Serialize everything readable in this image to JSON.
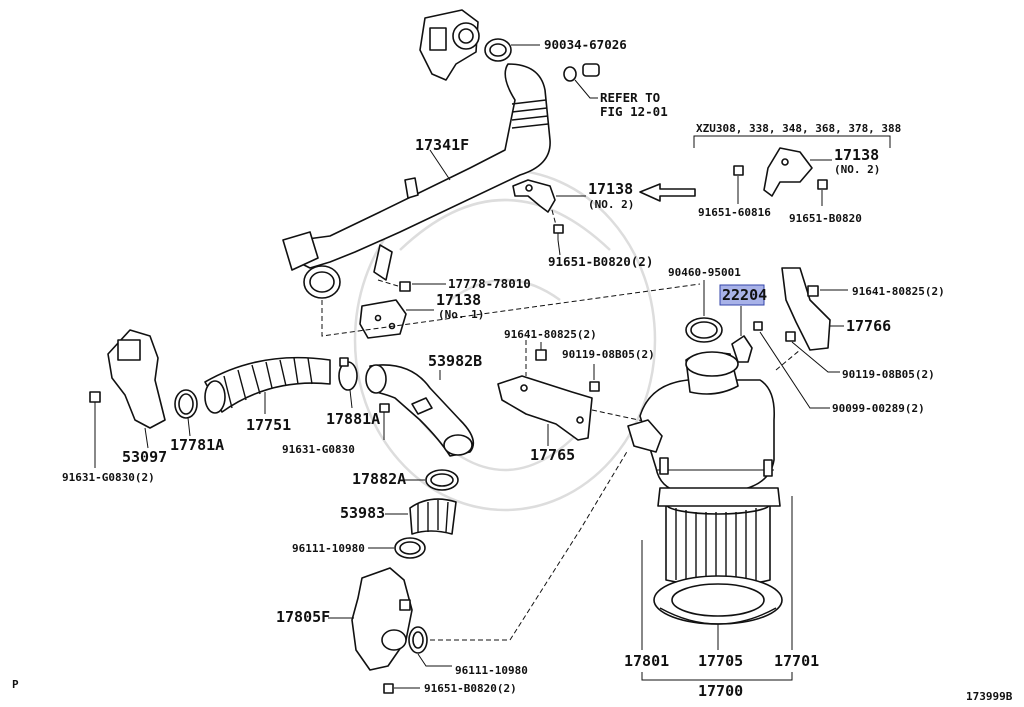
{
  "highlight_color": "#a8b2e8",
  "labels": {
    "p_90034": "90034-67026",
    "refer1": "REFER TO",
    "refer2": "FIG 12-01",
    "xzu": "XZU308, 338, 348, 368, 378, 388",
    "p_17138_no2_right": "17138",
    "no2_right": "(NO. 2)",
    "p_91651_60816": "91651-60816",
    "p_91651_b0820_right": "91651-B0820",
    "p_17341f": "17341F",
    "p_17138_no2": "17138",
    "no2": "(NO. 2)",
    "p_91651_b0820_mid": "91651-B0820(2)",
    "p_17778": "17778-78010",
    "p_17138_no1": "17138",
    "no1": "(No. 1)",
    "p_90460": "90460-95001",
    "p_22204": "22204",
    "p_91641_right": "91641-80825(2)",
    "p_17766": "17766",
    "p_91641_mid": "91641-80825(2)",
    "p_90119_mid": "90119-08B05(2)",
    "p_90119_right": "90119-08B05(2)",
    "p_53982b": "53982B",
    "p_90099": "90099-00289(2)",
    "p_17751": "17751",
    "p_17881a": "17881A",
    "p_91631_mid": "91631-G0830",
    "p_17765": "17765",
    "p_53097": "53097",
    "p_17781a": "17781A",
    "p_91631_left": "91631-G0830(2)",
    "p_17882a": "17882A",
    "p_53983": "53983",
    "p_96111_top": "96111-10980",
    "p_17805f": "17805F",
    "p_96111_bot": "96111-10980",
    "p_91651_bot": "91651-B0820(2)",
    "p_17801": "17801",
    "p_17705": "17705",
    "p_17701": "17701",
    "p_17700": "17700",
    "corner_p": "P",
    "fig_code": "173999B"
  }
}
